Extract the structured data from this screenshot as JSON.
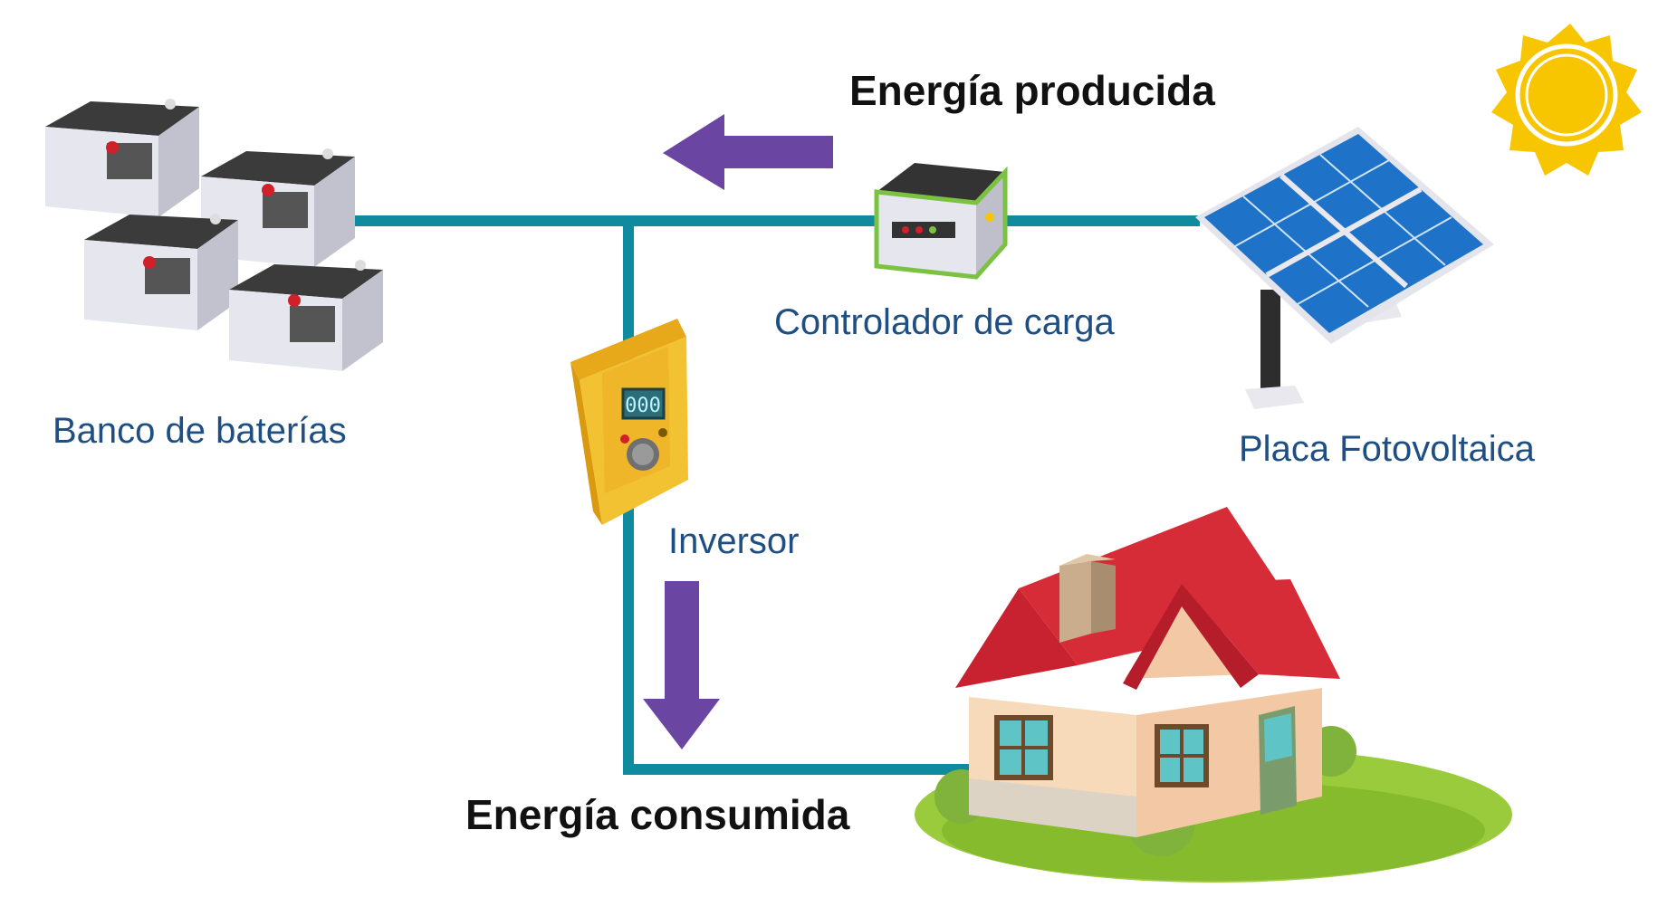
{
  "labels": {
    "produced": "Energía producida",
    "consumed": "Energía consumida",
    "batteries": "Banco de baterías",
    "controller": "Controlador de carga",
    "panel": "Placa Fotovoltaica",
    "inverter": "Inversor"
  },
  "inverter_display": "000",
  "colors": {
    "wire": "#0f8a9f",
    "arrow": "#6b45a2",
    "label_blue": "#1f4f82",
    "label_bold": "#111111",
    "sun": "#f7c600",
    "roof": "#c8212f",
    "grass": "#9acb3c",
    "panel": "#1e73c8"
  },
  "icons": [
    "battery-bank-icon",
    "charge-controller-icon",
    "solar-panel-icon",
    "sun-icon",
    "inverter-icon",
    "house-icon"
  ]
}
